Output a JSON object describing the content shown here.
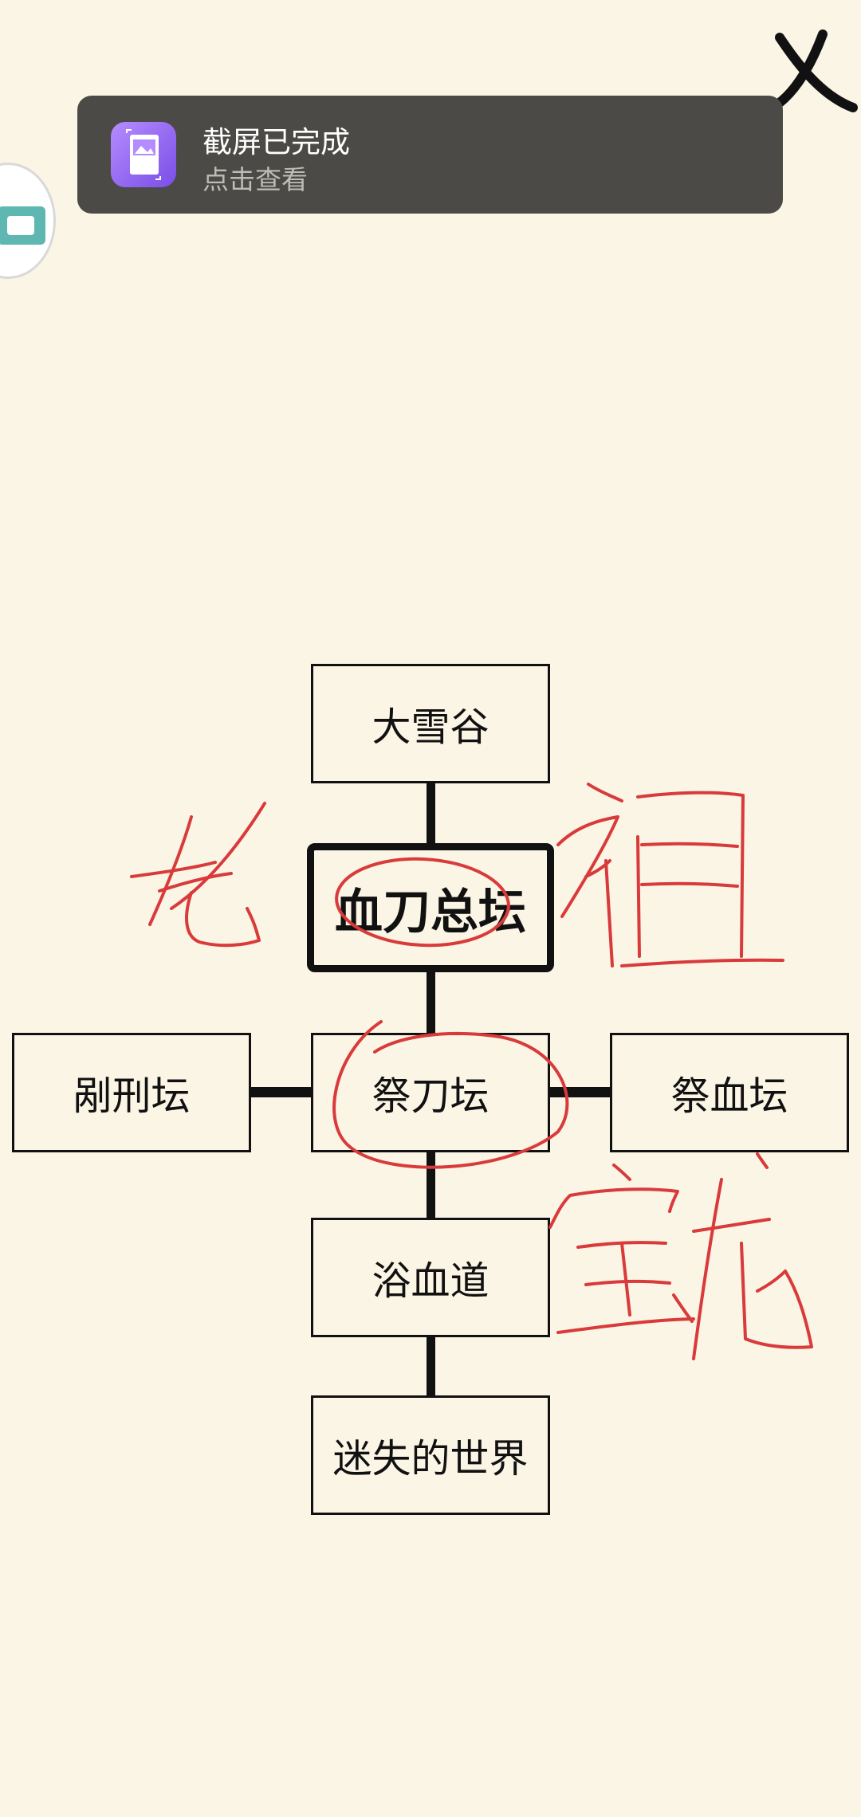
{
  "notification": {
    "title": "截屏已完成",
    "subtitle": "点击查看"
  },
  "map": {
    "north": "大雪谷",
    "center": "血刀总坛",
    "middle": "祭刀坛",
    "west": "剐刑坛",
    "east": "祭血坛",
    "south": "浴血道",
    "far_south": "迷失的世界"
  },
  "handwriting": {
    "left": "老",
    "right": "祖",
    "bottom": "宝龙"
  },
  "colors": {
    "background": "#fbf5e6",
    "notification_bg": "#4b4a46",
    "ink": "#111111",
    "annotation_red": "#d93a3a"
  },
  "icons": {
    "close": "close-x-icon",
    "screenshot": "screenshot-app-icon"
  }
}
